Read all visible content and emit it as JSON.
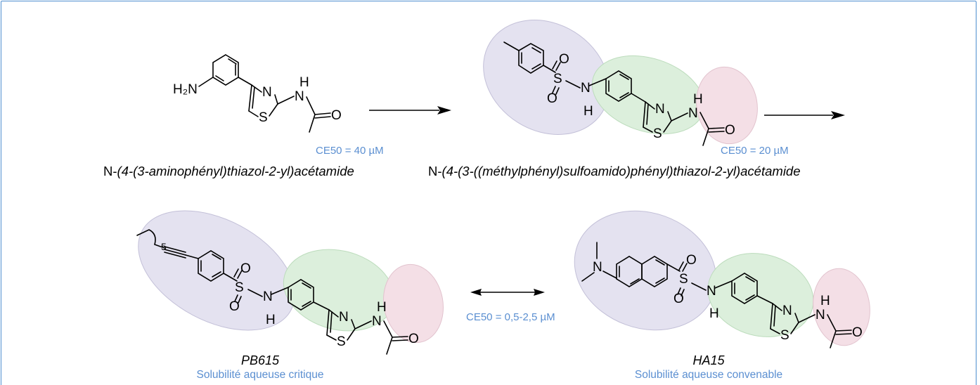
{
  "labels": {
    "ce_step1": "CE50 = 40 µM",
    "ce_step2": "CE50 = 20 µM",
    "ce_step3": "CE50 = 0,5-2,5 µM"
  },
  "compounds": {
    "c1": {
      "name_prefix": "N-",
      "name_rest": "(4-(3-aminophényl)thiazol-2-yl)acétamide"
    },
    "c2": {
      "name_prefix": "N-",
      "name_rest": "(4-(3-((méthylphényl)sulfoamido)phényl)thiazol-2-yl)acétamide"
    },
    "c3": {
      "code": "PB615",
      "solubility": "Solubilité aqueuse critique"
    },
    "c4": {
      "code": "HA15",
      "solubility": "Solubilité aqueuse convenable"
    }
  },
  "atoms": {
    "N": "N",
    "S": "S",
    "O": "O",
    "H": "H",
    "H2N": "H₂N",
    "five": "5"
  },
  "colors": {
    "frame": "#4f8fcf",
    "annotation": "#5b8fd1",
    "region_sulfonamide": "#e4e2f0",
    "region_phenyl_thiazole": "#dcefdc",
    "region_acetamide": "#f4dfe6"
  }
}
